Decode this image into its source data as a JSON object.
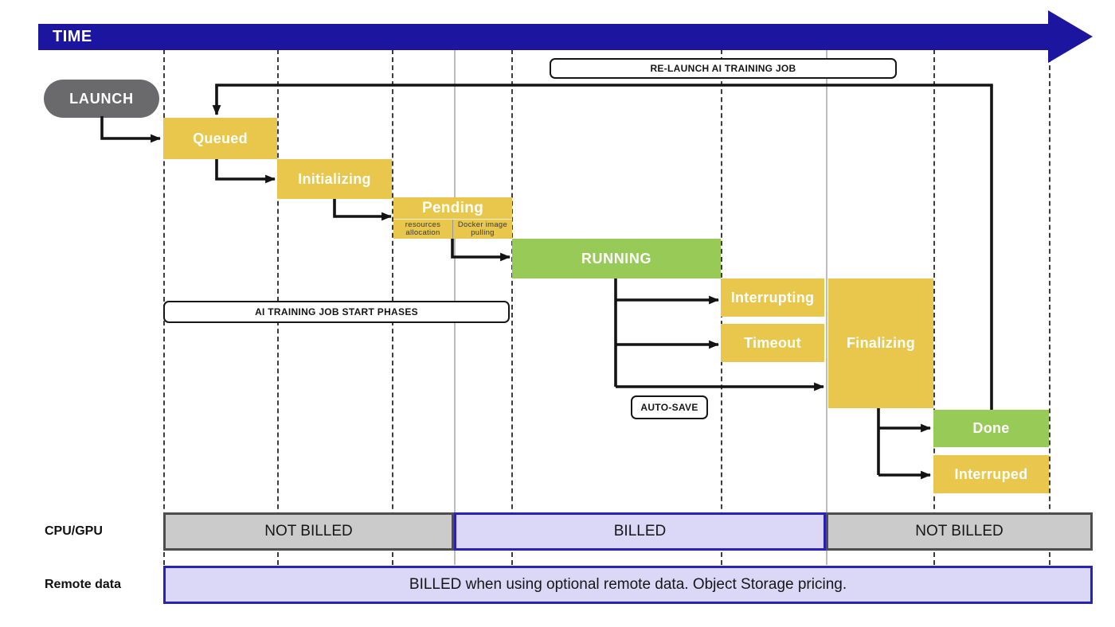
{
  "timeline": {
    "label": "TIME"
  },
  "nodes": {
    "launch": {
      "label": "LAUNCH"
    },
    "queued": {
      "label": "Queued"
    },
    "initializing": {
      "label": "Initializing"
    },
    "pending": {
      "label": "Pending",
      "sub_left": "resources allocation",
      "sub_right": "Docker image pulling"
    },
    "running": {
      "label": "RUNNING"
    },
    "interrupting": {
      "label": "Interrupting"
    },
    "timeout": {
      "label": "Timeout"
    },
    "finalizing": {
      "label": "Finalizing"
    },
    "done": {
      "label": "Done"
    },
    "interruped": {
      "label": "Interruped"
    }
  },
  "callouts": {
    "relaunch": {
      "label": "RE-LAUNCH AI TRAINING JOB"
    },
    "start_phases": {
      "label": "AI TRAINING JOB START PHASES"
    },
    "autosave": {
      "label": "AUTO-SAVE"
    }
  },
  "billing": {
    "cpu_row_label": "CPU/GPU",
    "remote_row_label": "Remote data",
    "cpu_segments": [
      {
        "label": "NOT BILLED",
        "billed": false
      },
      {
        "label": "BILLED",
        "billed": true
      },
      {
        "label": "NOT BILLED",
        "billed": false
      }
    ],
    "remote_note": "BILLED when using optional remote data. Object Storage pricing."
  },
  "colors": {
    "timeline_blue": "#1c15a0",
    "state_yellow": "#e9c74c",
    "state_green": "#98ca57",
    "launch_gray": "#6a6a6d",
    "not_billed_gray_fill": "#cbcbcb",
    "not_billed_gray_border": "#4e4e4e",
    "billed_purple_fill": "#dbd8f7",
    "billed_purple_border": "#2a22b8"
  }
}
